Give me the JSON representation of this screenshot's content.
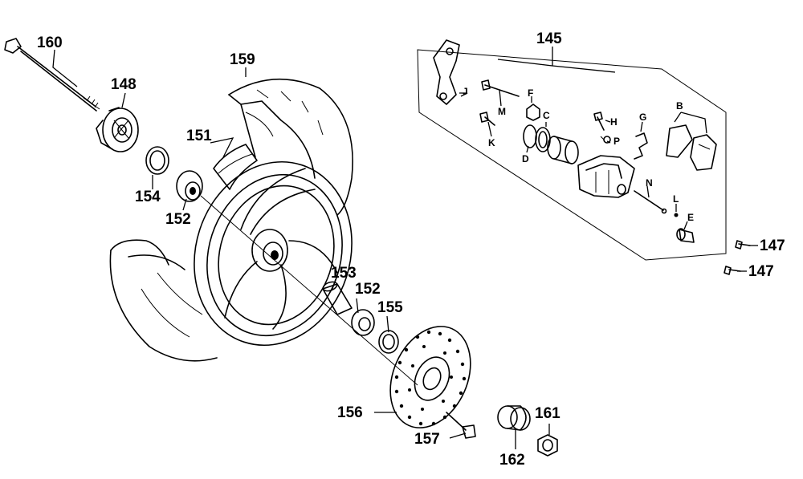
{
  "callouts": {
    "c160": "160",
    "c148": "148",
    "c159": "159",
    "c151": "151",
    "c154": "154",
    "c152a": "152",
    "c145": "145",
    "c153": "153",
    "c152b": "152",
    "c155": "155",
    "c156": "156",
    "c157": "157",
    "c161": "161",
    "c162": "162",
    "c147a": "147",
    "c147b": "147"
  },
  "caliper_letters": {
    "J": "J",
    "M": "M",
    "F": "F",
    "C": "C",
    "D": "D",
    "K": "K",
    "H": "H",
    "P": "P",
    "G": "G",
    "B": "B",
    "N": "N",
    "L": "L",
    "E": "E"
  }
}
